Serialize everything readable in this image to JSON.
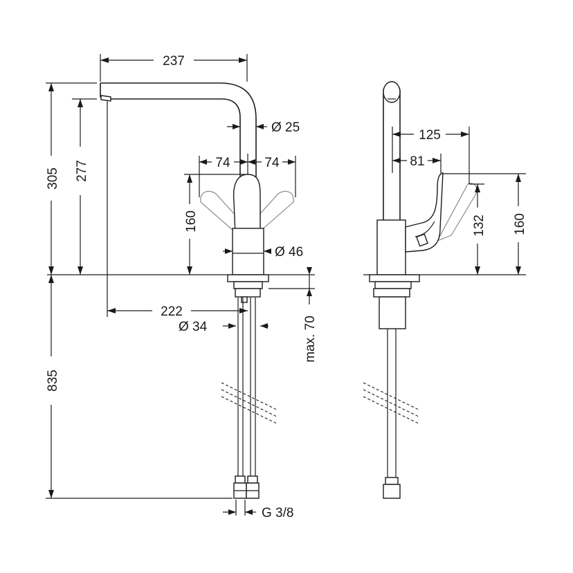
{
  "dimensions": {
    "d237": "237",
    "d305": "305",
    "d277": "277",
    "d25": "Ø 25",
    "d74_left": "74",
    "d74_right": "74",
    "d160_front": "160",
    "d46": "Ø 46",
    "d222": "222",
    "d34": "Ø 34",
    "d70": "max. 70",
    "d835": "835",
    "dG38": "G 3/8",
    "d125": "125",
    "d81": "81",
    "d132": "132",
    "d160_side": "160"
  }
}
